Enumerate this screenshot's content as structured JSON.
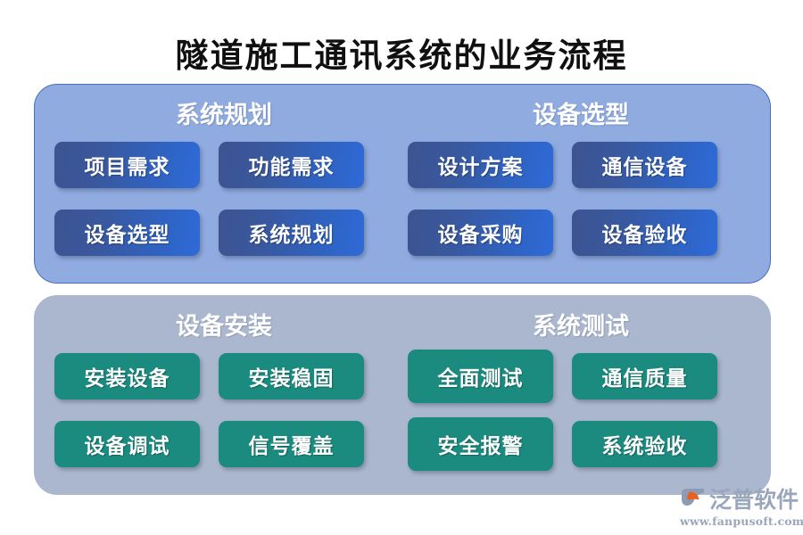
{
  "title": "隧道施工通讯系统的业务流程",
  "colors": {
    "panel_top_bg": "#8fabe0",
    "panel_top_border": "#4a6fbc",
    "panel_bottom_bg": "#aab7ce",
    "cell_blue": "#2f63c2",
    "cell_green": "#1b8b80",
    "title_text": "#101010",
    "header_text": "#ffffff",
    "logo_text": "#9aa6bb",
    "logo_mark_orange": "#e8621f",
    "logo_mark_blue": "#8d9cb5"
  },
  "panels": [
    {
      "name": "top",
      "sections": [
        {
          "heading": "系统规划"
        },
        {
          "heading": "设备选型"
        }
      ],
      "rows": [
        [
          "项目需求",
          "功能需求",
          "设计方案",
          "通信设备"
        ],
        [
          "设备选型",
          "系统规划",
          "设备采购",
          "设备验收"
        ]
      ]
    },
    {
      "name": "bottom",
      "sections": [
        {
          "heading": "设备安装"
        },
        {
          "heading": "系统测试"
        }
      ],
      "rows": [
        [
          "安装设备",
          "安装稳固",
          "全面测试",
          "通信质量"
        ],
        [
          "设备调试",
          "信号覆盖",
          "安全报警",
          "系统验收"
        ]
      ]
    }
  ],
  "logo": {
    "name": "泛普软件",
    "url": "www.fanpusoft.com"
  }
}
